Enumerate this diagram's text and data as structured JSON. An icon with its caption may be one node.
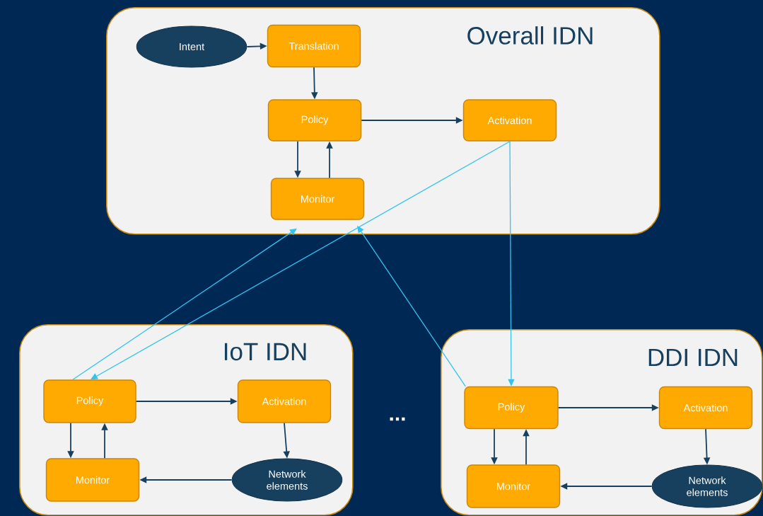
{
  "diagram": {
    "nodes": [
      {
        "text": [
          "Overall IDN"
        ]
      },
      {
        "text": [
          "Intent"
        ],
        "in": 0
      },
      {
        "text": [
          "Translation"
        ],
        "in": 0
      },
      {
        "text": [
          "Policy"
        ],
        "in": 0
      },
      {
        "text": [
          "Activation"
        ],
        "in": 0
      },
      {
        "text": [
          "Monitor"
        ],
        "in": 0
      },
      {
        "text": [
          "IoT IDN"
        ]
      },
      {
        "text": [
          "Policy"
        ],
        "in": 6
      },
      {
        "text": [
          "Activation"
        ],
        "in": 6
      },
      {
        "text": [
          "Monitor"
        ],
        "in": 6
      },
      {
        "text": [
          "Network elements"
        ],
        "in": 6
      },
      {
        "text": [
          "DDI IDN"
        ]
      },
      {
        "text": [
          "Policy"
        ],
        "in": 11
      },
      {
        "text": [
          "Activation"
        ],
        "in": 11
      },
      {
        "text": [
          "Monitor"
        ],
        "in": 11
      },
      {
        "text": [
          "Network elements"
        ],
        "in": 11
      }
    ],
    "edges": [
      {
        "from": 1,
        "to": 2,
        "arrow": "to"
      },
      {
        "from": 2,
        "to": 3,
        "arrow": "to"
      },
      {
        "from": 3,
        "to": 4,
        "arrow": "to"
      },
      {
        "from": 3,
        "to": 5,
        "arrow": "to"
      },
      {
        "from": 5,
        "to": 3,
        "arrow": "to"
      },
      {
        "from": 7,
        "to": 5,
        "arrow": "to",
        "color": "#33c3f0"
      },
      {
        "from": 4,
        "to": 7,
        "arrow": "to",
        "color": "#33c3f0"
      },
      {
        "from": 4,
        "to": 12,
        "arrow": "to",
        "color": "#33c3f0"
      },
      {
        "from": 12,
        "to": 5,
        "arrow": "to",
        "color": "#33c3f0"
      },
      {
        "from": 7,
        "to": 8,
        "arrow": "to"
      },
      {
        "from": 7,
        "to": 9,
        "arrow": "to"
      },
      {
        "from": 9,
        "to": 7,
        "arrow": "to"
      },
      {
        "from": 8,
        "to": 10,
        "arrow": "to"
      },
      {
        "from": 10,
        "to": 9,
        "arrow": "to"
      },
      {
        "from": 12,
        "to": 13,
        "arrow": "to"
      },
      {
        "from": 12,
        "to": 14,
        "arrow": "to"
      },
      {
        "from": 14,
        "to": 12,
        "arrow": "to"
      },
      {
        "from": 13,
        "to": 15,
        "arrow": "to"
      },
      {
        "from": 15,
        "to": 14,
        "arrow": "to"
      }
    ],
    "labels": [
      "..."
    ]
  }
}
